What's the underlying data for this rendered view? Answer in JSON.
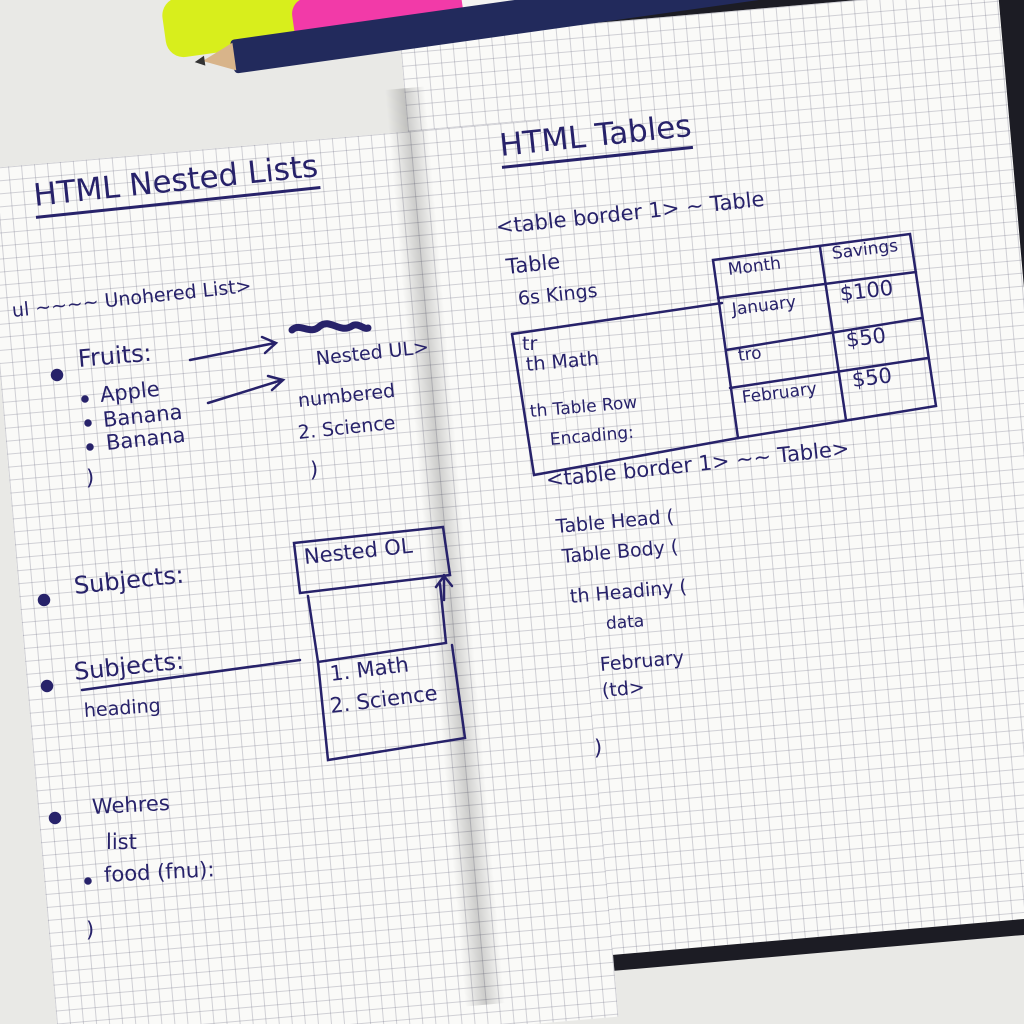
{
  "left_page": {
    "title": "HTML Nested Lists",
    "ul_line": "ul ~~~~ Unohered List>",
    "fruits_heading": "Fruits:",
    "fruit_items": [
      "Apple",
      "Banana",
      "Banana"
    ],
    "close_brace_1": ")",
    "nested_ul": "Nested UL>",
    "numbered": "numbered",
    "science_item": "2. Science",
    "close_brace_2": ")",
    "nested_ol_label": "Nested OL",
    "subjects_1": "Subjects:",
    "subjects_2": "Subjects:",
    "heading_note": "heading",
    "ol_items": [
      "1. Math",
      "2. Science"
    ],
    "wehres": "Wehres",
    "list_word": "list",
    "food_item": "food (fnu):",
    "close_brace_3": ")"
  },
  "right_page": {
    "title": "HTML Tables",
    "table_line_1": "<table border 1> ~ Table",
    "table_word": "Table",
    "kings": "6s Kings",
    "tr_label": "tr",
    "th_math": "th  Math",
    "th_table_row": "th   Table Row",
    "encoding": "Encading:",
    "table_headers": [
      "Month",
      "Savings"
    ],
    "table_rows": [
      [
        "January",
        "$100"
      ],
      [
        "tro",
        "$50"
      ],
      [
        "February",
        "$50"
      ]
    ],
    "table_line_2": "<table border 1> ~~ Table>",
    "table_head": "Table Head  (",
    "table_body": "Table  Body (",
    "th_heading": "th    Headiny (",
    "data": "data",
    "february": "February",
    "td_close": "(td>",
    "close_brace": ")"
  },
  "colors": {
    "ink": "#27226a",
    "highlighter_yellow": "#d8ee1c",
    "highlighter_pink": "#f23aa8",
    "pencil": "#222a5c"
  }
}
